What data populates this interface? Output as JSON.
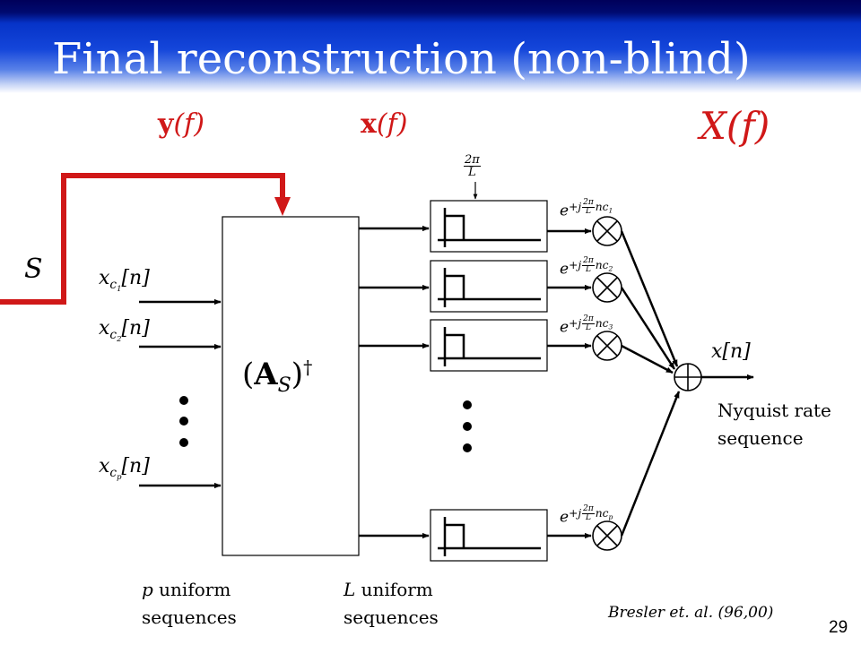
{
  "slide": {
    "title": "Final reconstruction (non-blind)",
    "page_number": "29",
    "citation": "Bresler et. al. (96,00)"
  },
  "diagram": {
    "signal_y": {
      "bold": "y",
      "rest": "(f)"
    },
    "signal_x": {
      "bold": "x",
      "rest": "(f)"
    },
    "signal_X": "X(f)",
    "support_label": "S",
    "inputs": [
      {
        "base": "x",
        "sub_base": "c",
        "sub_sub": "1",
        "tail": "[n]"
      },
      {
        "base": "x",
        "sub_base": "c",
        "sub_sub": "2",
        "tail": "[n]"
      },
      {
        "base": "x",
        "sub_base": "c",
        "sub_sub": "p",
        "tail": "[n]"
      }
    ],
    "matrix": {
      "open": "(",
      "bold": "A",
      "sub": "S",
      "close": ")",
      "dagger": "†"
    },
    "filter_cutoff": {
      "num": "2π",
      "den": "L"
    },
    "modulators": [
      {
        "e": "e",
        "pre": "+j",
        "num": "2π",
        "den": "L",
        "post": "nc",
        "sub": "1"
      },
      {
        "e": "e",
        "pre": "+j",
        "num": "2π",
        "den": "L",
        "post": "nc",
        "sub": "2"
      },
      {
        "e": "e",
        "pre": "+j",
        "num": "2π",
        "den": "L",
        "post": "nc",
        "sub": "3"
      },
      {
        "e": "e",
        "pre": "+j",
        "num": "2π",
        "den": "L",
        "post": "nc",
        "sub": "p"
      }
    ],
    "output_signal": "x[n]",
    "output_caption": [
      "Nyquist rate",
      "sequence"
    ],
    "left_caption": {
      "var": "p",
      "rest": " uniform",
      "line2": "sequences"
    },
    "right_caption": {
      "var": "L",
      "rest": " uniform",
      "line2": "sequences"
    },
    "colors": {
      "highlight": "#d01818",
      "title_bar": "#1446da",
      "title_text": "#ffffff"
    }
  }
}
